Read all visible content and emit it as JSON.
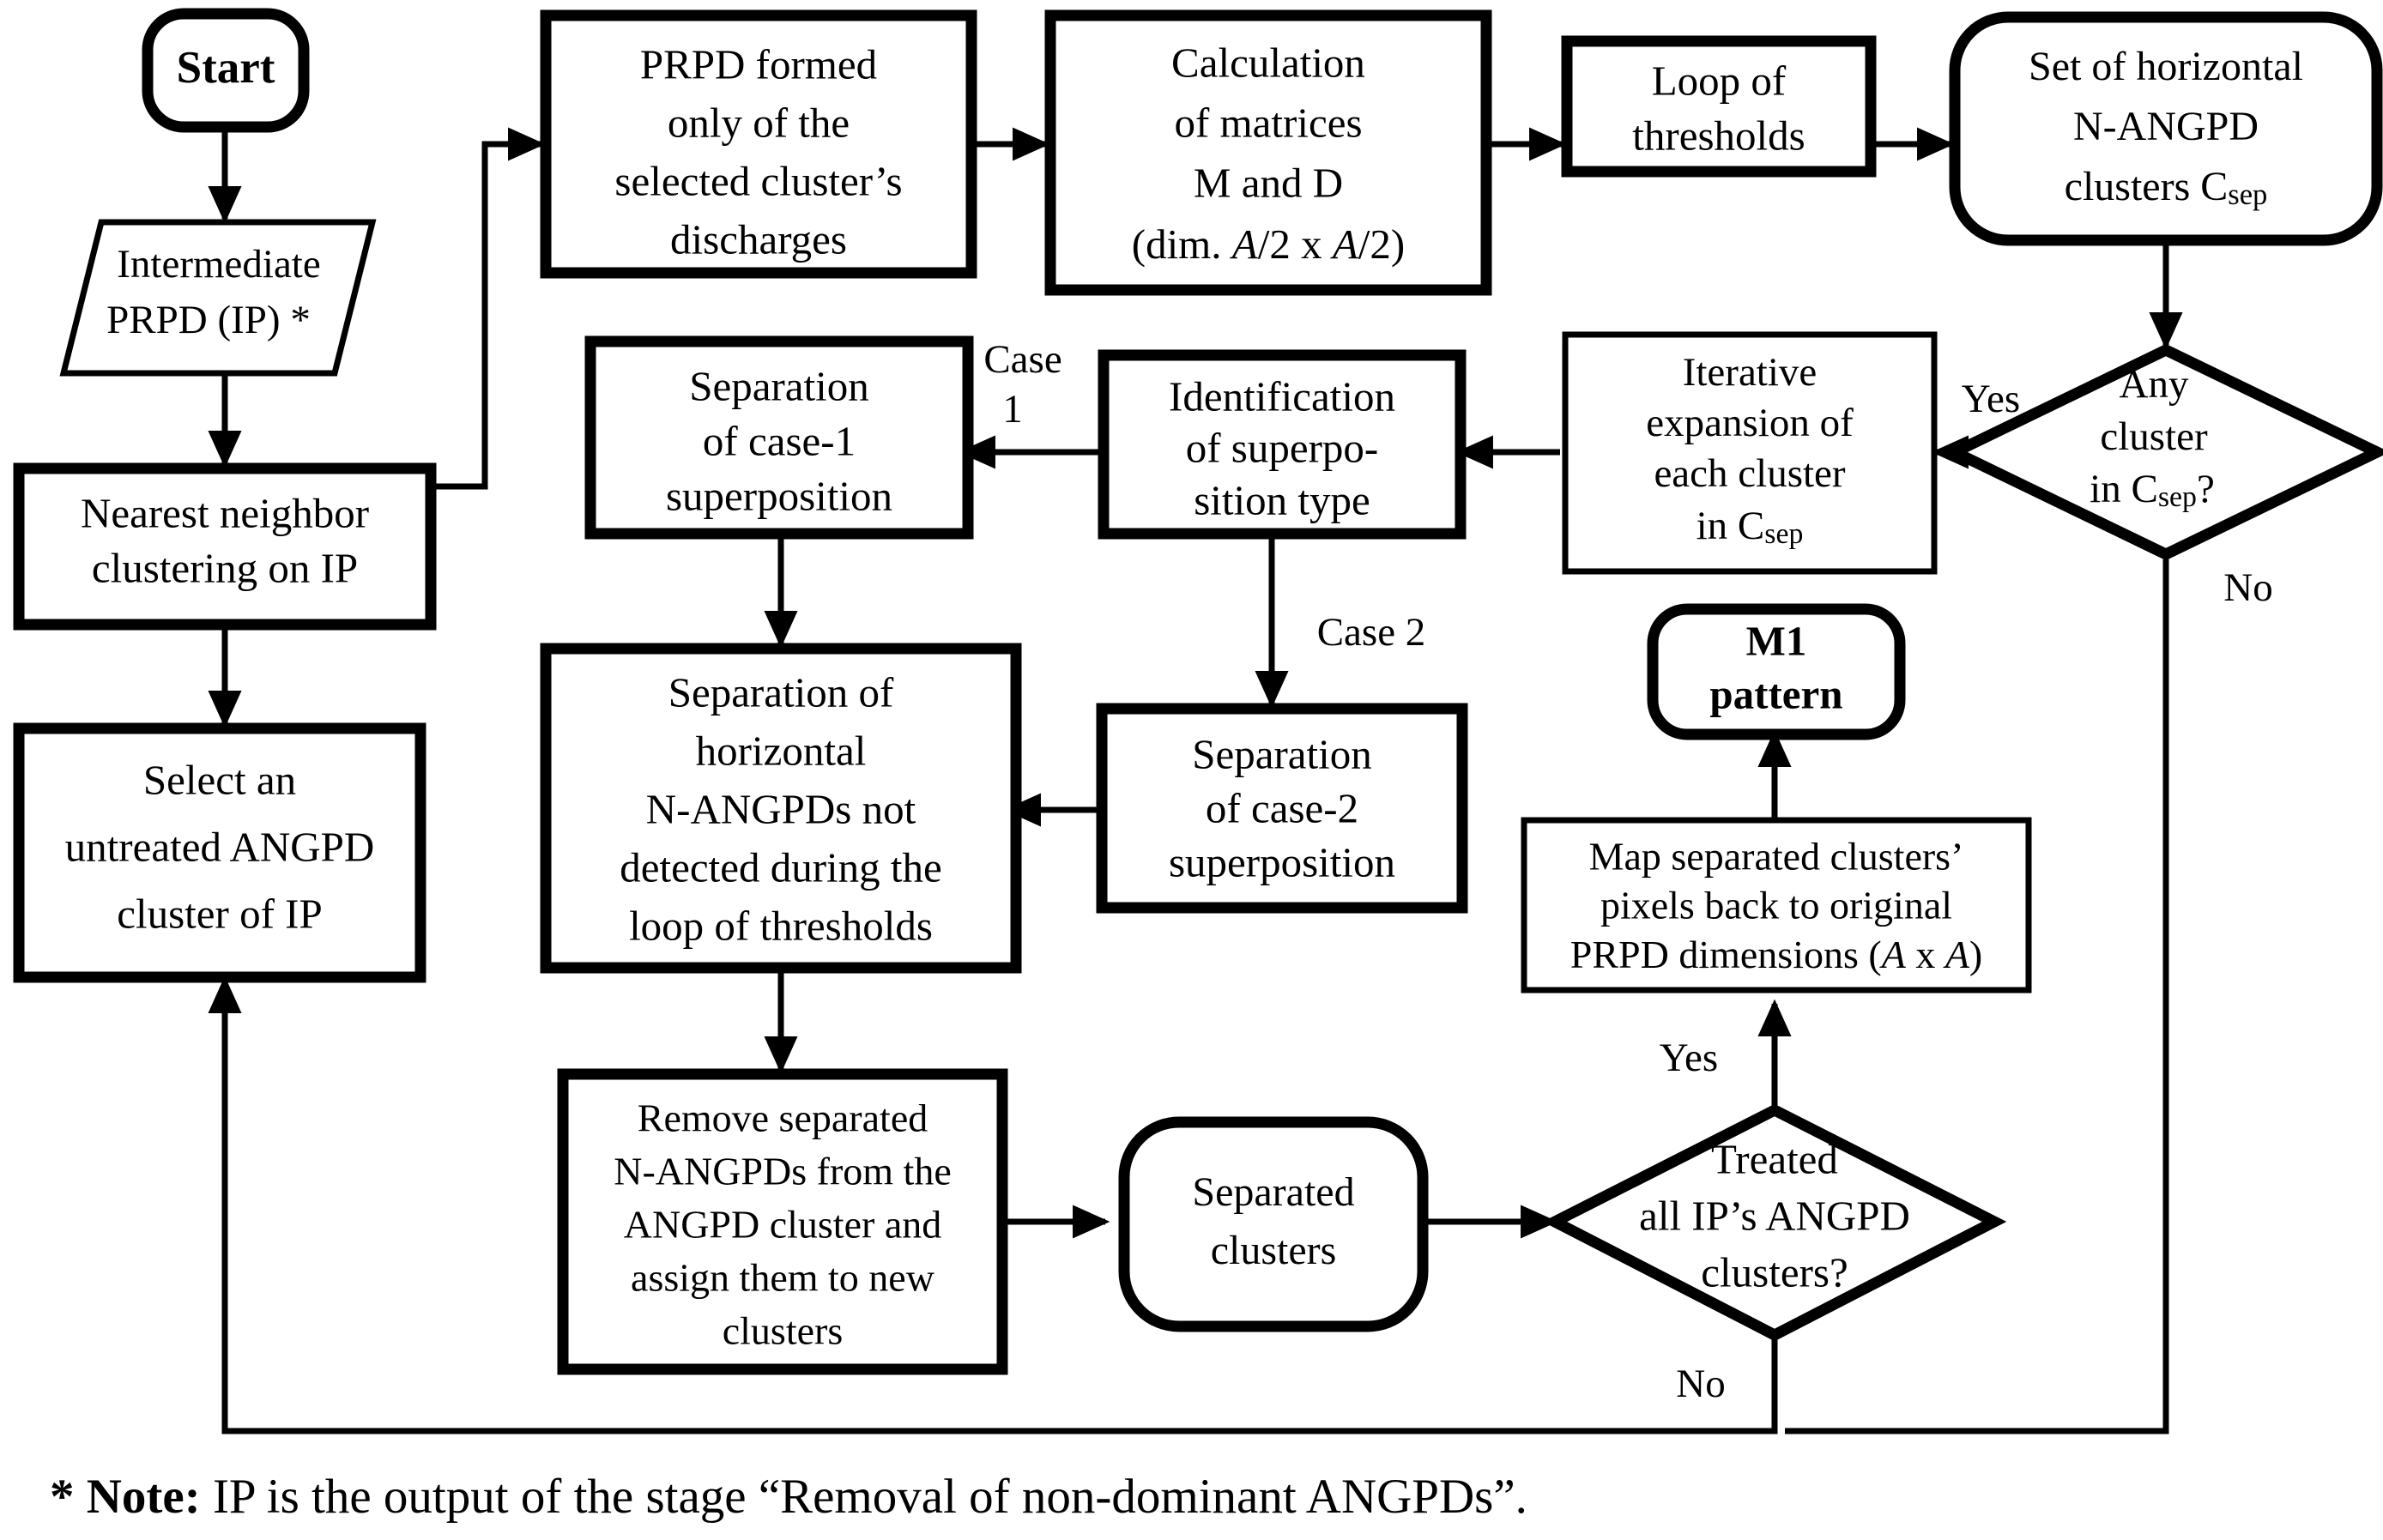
{
  "diagram": {
    "title": "Flowchart for separation of superimposed N-ANGPD clusters",
    "colors": {
      "stroke": "#000000",
      "fill": "#ffffff",
      "text": "#000000"
    },
    "nodes": {
      "start": {
        "label": "Start",
        "shape": "terminator"
      },
      "intermediate_prpd": {
        "label_line1": "Intermediate",
        "label_line2": "PRPD (IP) *",
        "shape": "parallelogram"
      },
      "nn_clustering": {
        "label_line1": "Nearest neighbor",
        "label_line2": "clustering on IP",
        "shape": "process"
      },
      "select_cluster": {
        "label_line1": "Select an",
        "label_line2": "untreated ANGPD",
        "label_line3": "cluster of IP",
        "shape": "process"
      },
      "prpd_selected": {
        "label_line1": "PRPD formed",
        "label_line2": "only of the",
        "label_line3": "selected cluster’s",
        "label_line4": "discharges",
        "shape": "process"
      },
      "calc_matrices": {
        "label_line1": "Calculation",
        "label_line2": "of matrices",
        "label_line3": "M and D",
        "label_line4_pre": "(dim. ",
        "label_line4_var1": "A",
        "label_line4_mid": "/2 x ",
        "label_line4_var2": "A",
        "label_line4_post": "/2)",
        "shape": "process"
      },
      "loop_thresholds": {
        "label_line1": "Loop of",
        "label_line2": "thresholds",
        "shape": "process"
      },
      "set_csep": {
        "label_line1": "Set of horizontal",
        "label_line2": "N-ANGPD",
        "label_line3_pre": "clusters C",
        "label_line3_sub": "sep",
        "shape": "terminator"
      },
      "any_cluster": {
        "label_line1": "Any",
        "label_line2": "cluster",
        "label_line3_pre": "in C",
        "label_line3_sub": "sep",
        "label_line3_post": "?",
        "shape": "decision"
      },
      "iterative_expansion": {
        "label_line1": "Iterative",
        "label_line2": "expansion of",
        "label_line3": "each cluster",
        "label_line4_pre": "in C",
        "label_line4_sub": "sep",
        "shape": "process"
      },
      "identify_superposition": {
        "label_line1": "Identification",
        "label_line2": "of superpo-",
        "label_line3": "sition type",
        "shape": "process"
      },
      "sep_case1": {
        "label_line1": "Separation",
        "label_line2": "of case-1",
        "label_line3": "superposition",
        "shape": "process"
      },
      "sep_case2": {
        "label_line1": "Separation",
        "label_line2": "of case-2",
        "label_line3": "superposition",
        "shape": "process"
      },
      "sep_horizontal": {
        "label_line1": "Separation of",
        "label_line2": "horizontal",
        "label_line3": "N-ANGPDs not",
        "label_line4": "detected during the",
        "label_line5": "loop of thresholds",
        "shape": "process"
      },
      "remove_separated": {
        "label_line1": "Remove separated",
        "label_line2": "N-ANGPDs from the",
        "label_line3": "ANGPD cluster and",
        "label_line4": "assign them to new",
        "label_line5": "clusters",
        "shape": "process"
      },
      "separated_clusters": {
        "label_line1": "Separated",
        "label_line2": "clusters",
        "shape": "terminator"
      },
      "treated_all": {
        "label_line1": "Treated",
        "label_line2": "all IP’s ANGPD",
        "label_line3": "clusters?",
        "shape": "decision"
      },
      "map_back": {
        "label_line1": "Map separated clusters’",
        "label_line2": "pixels back to original",
        "label_line3_pre": "PRPD dimensions (",
        "label_line3_var1": "A",
        "label_line3_mid": " x ",
        "label_line3_var2": "A",
        "label_line3_post": ")",
        "shape": "process"
      },
      "m1_pattern": {
        "label_line1": "M1",
        "label_line2": "pattern",
        "shape": "terminator"
      }
    },
    "edge_labels": {
      "yes_any_cluster": "Yes",
      "no_any_cluster": "No",
      "case1_l1": "Case",
      "case1_l2": "1",
      "case2": "Case 2",
      "yes_treated": "Yes",
      "no_treated": "No"
    },
    "note": {
      "star": "*",
      "bold_prefix": "Note:",
      "text": "IP is the output of the stage “Removal of non-dominant ANGPDs”."
    }
  }
}
